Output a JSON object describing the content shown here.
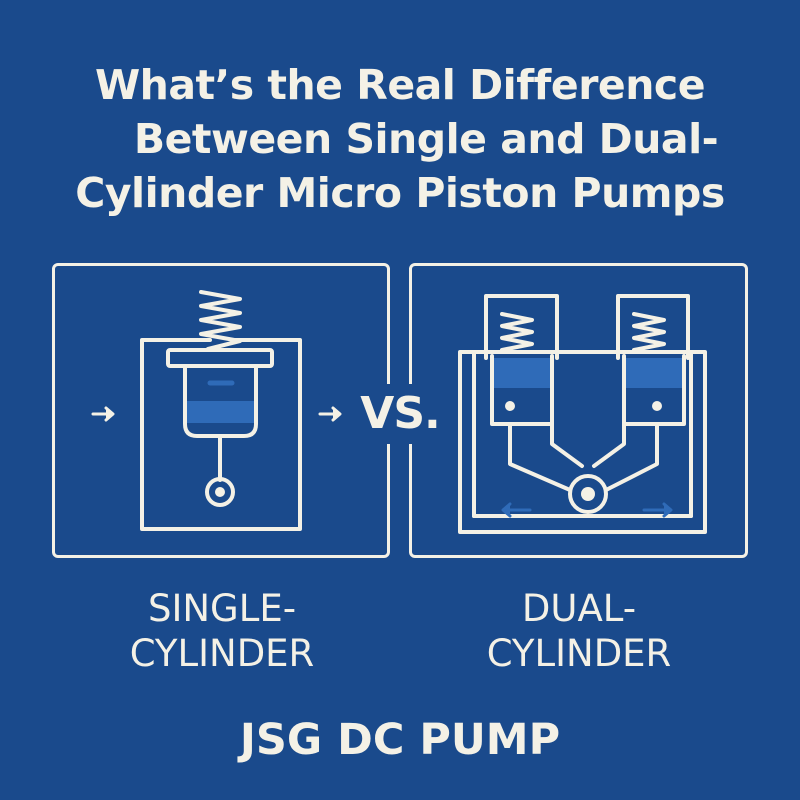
{
  "title": {
    "line1": "What’s the Real Difference",
    "line2": "Between Single and Dual-",
    "line3": "Cylinder Micro Piston Pumps"
  },
  "comparison": {
    "separator": "VS.",
    "left": {
      "label_line1": "SINGLE-",
      "label_line2": "CYLINDER"
    },
    "right": {
      "label_line1": "DUAL-",
      "label_line2": "CYLINDER"
    }
  },
  "brand": "JSG DC PUMP",
  "colors": {
    "background": "#1a4a8c",
    "foreground": "#f4f1e6",
    "piston_accent": "#2f6bb8"
  },
  "icons": {
    "left_panel": [
      "spring-icon",
      "piston-icon",
      "connecting-rod-icon",
      "flow-arrow-icon"
    ],
    "right_panel": [
      "spring-icon",
      "piston-icon",
      "crankshaft-icon",
      "flow-arrow-icon"
    ]
  }
}
